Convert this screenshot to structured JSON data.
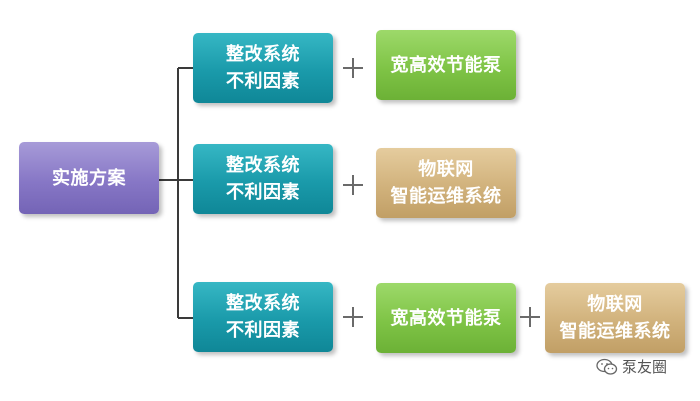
{
  "root": {
    "label": "实施方案"
  },
  "rows": [
    {
      "cause": {
        "line1": "整改系统",
        "line2": "不利因素"
      },
      "solutions": [
        {
          "kind": "pump",
          "line1": "宽高效节能泵",
          "line2": ""
        }
      ]
    },
    {
      "cause": {
        "line1": "整改系统",
        "line2": "不利因素"
      },
      "solutions": [
        {
          "kind": "iot",
          "line1": "物联网",
          "line2": "智能运维系统"
        }
      ]
    },
    {
      "cause": {
        "line1": "整改系统",
        "line2": "不利因素"
      },
      "solutions": [
        {
          "kind": "pump",
          "line1": "宽高效节能泵",
          "line2": ""
        },
        {
          "kind": "iot",
          "line1": "物联网",
          "line2": "智能运维系统"
        }
      ]
    }
  ],
  "watermark": {
    "text": "泵友圈",
    "icon": "wechat-icon"
  },
  "colors": {
    "root": "#8777c6",
    "cause": "#1a9aaa",
    "pump": "#7fc446",
    "iot": "#d1b27c",
    "connector": "#3a3a3a",
    "plus": "#6a6a6a"
  }
}
